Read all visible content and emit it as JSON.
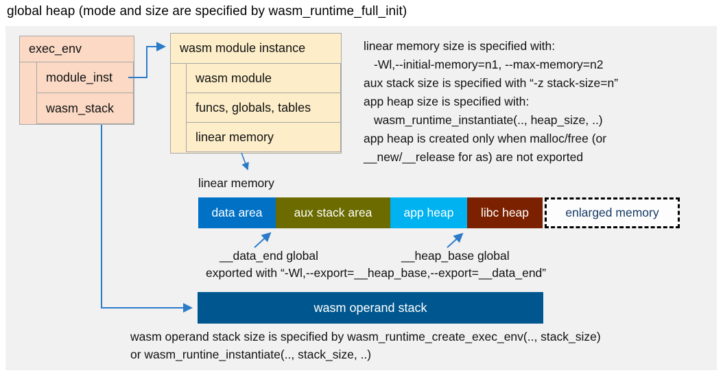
{
  "title": "global heap (mode and size are specified by wasm_runtime_full_init)",
  "exec_env": {
    "header": "exec_env",
    "rows": [
      "module_inst",
      "wasm_stack"
    ]
  },
  "module_instance": {
    "header": "wasm module instance",
    "rows": [
      "wasm module",
      "funcs, globals, tables",
      "linear memory"
    ]
  },
  "notes": {
    "lines": [
      "linear memory size is specified with:",
      "-Wl,--initial-memory=n1, --max-memory=n2",
      "aux stack size is specified with “-z stack-size=n”",
      "app heap size is specified with:",
      "wasm_runtime_instantiate(.., heap_size, ..)",
      "app heap is created only when malloc/free (or",
      "__new/__release for as) are not exported"
    ]
  },
  "linear_memory": {
    "label": "linear memory",
    "segments": [
      {
        "label": "data area",
        "color": "#0071c5"
      },
      {
        "label": "aux stack area",
        "color": "#6b6b00"
      },
      {
        "label": "app heap",
        "color": "#00b2f0"
      },
      {
        "label": "libc heap",
        "color": "#7b2100"
      },
      {
        "label": "enlarged memory",
        "color": "#fdfdfd",
        "text_color": "#163a64",
        "border": "dashed"
      }
    ]
  },
  "annotations": {
    "data_end_label": "__data_end global",
    "heap_base_label": "__heap_base global",
    "export_line": "exported with “-Wl,--export=__heap_base,--export=__data_end”"
  },
  "operand_stack": {
    "label": "wasm operand stack",
    "color": "#00578f"
  },
  "footer": {
    "lines": [
      "wasm operand stack size is specified by wasm_runtime_create_exec_env(.., stack_size)",
      "or wasm_runtine_instantiate(.., stack_size, ..)"
    ]
  },
  "colors": {
    "arrow": "#2b7bc8",
    "exec_env_fill": "#fbd9c5",
    "module_instance_fill": "#fdeec9",
    "canvas_background": "#f1f1f2",
    "box_border": "#a6a6a6"
  }
}
